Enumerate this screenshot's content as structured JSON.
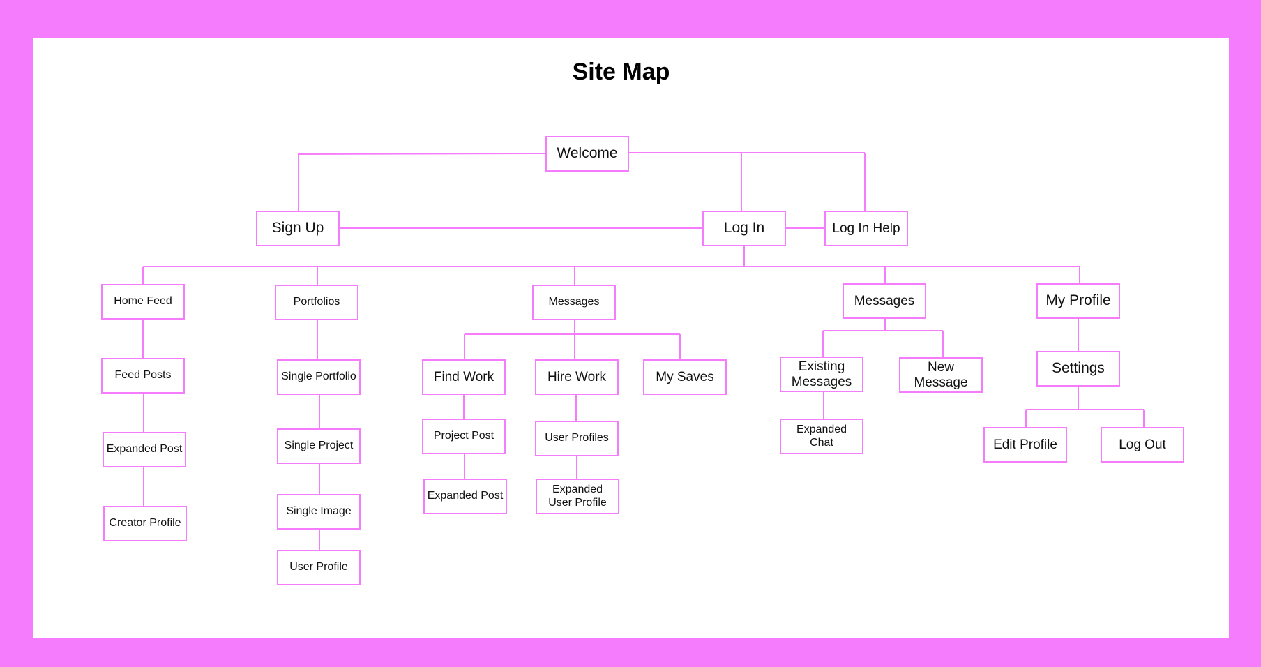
{
  "title": "Site Map",
  "colors": {
    "frame": "#F57CFC",
    "canvas": "#FFFFFF",
    "text": "#111111"
  },
  "nodes": {
    "welcome": "Welcome",
    "sign_up": "Sign Up",
    "log_in": "Log In",
    "log_in_help": "Log In Help",
    "home_feed": "Home Feed",
    "feed_posts": "Feed Posts",
    "expanded_post_feed": "Expanded Post",
    "creator_profile": "Creator Profile",
    "portfolios": "Portfolios",
    "single_portfolio": "Single Portfolio",
    "single_project": "Single Project",
    "single_image": "Single Image",
    "user_profile": "User Profile",
    "messages_work": "Messages",
    "find_work": "Find Work",
    "project_post": "Project Post",
    "expanded_post_work": "Expanded Post",
    "hire_work": "Hire Work",
    "user_profiles": "User Profiles",
    "expanded_user_profile": "Expanded User Profile",
    "my_saves": "My Saves",
    "messages": "Messages",
    "existing_messages": "Existing Messages",
    "expanded_chat": "Expanded Chat",
    "new_message": "New Message",
    "my_profile": "My Profile",
    "settings": "Settings",
    "edit_profile": "Edit Profile",
    "log_out": "Log Out"
  }
}
